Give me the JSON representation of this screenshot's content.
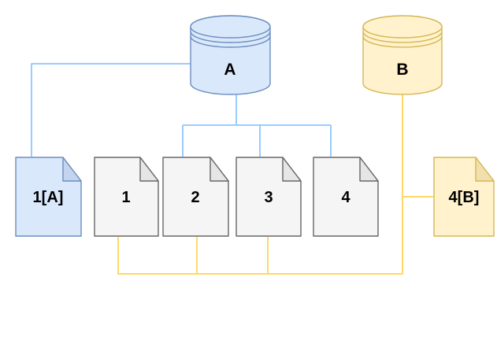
{
  "diagram": {
    "type": "database-snapshot-diagram",
    "background": "#ffffff",
    "nodes": {
      "database_a": {
        "label": "A",
        "shape": "database-cylinder",
        "color_fill": "#dae8fc",
        "color_stroke": "#6c8ebf"
      },
      "database_b": {
        "label": "B",
        "shape": "database-cylinder",
        "color_fill": "#fff2cc",
        "color_stroke": "#d6b656"
      },
      "doc_1a": {
        "label": "1[A]",
        "shape": "document",
        "color_fill": "#dae8fc",
        "color_stroke": "#6c8ebf"
      },
      "doc_1": {
        "label": "1",
        "shape": "document",
        "color_fill": "#f5f5f5",
        "color_stroke": "#666666"
      },
      "doc_2": {
        "label": "2",
        "shape": "document",
        "color_fill": "#f5f5f5",
        "color_stroke": "#666666"
      },
      "doc_3": {
        "label": "3",
        "shape": "document",
        "color_fill": "#f5f5f5",
        "color_stroke": "#666666"
      },
      "doc_4": {
        "label": "4",
        "shape": "document",
        "color_fill": "#f5f5f5",
        "color_stroke": "#666666"
      },
      "doc_4b": {
        "label": "4[B]",
        "shape": "document",
        "color_fill": "#fff2cc",
        "color_stroke": "#d6b656"
      }
    },
    "connections": [
      {
        "from": "A",
        "to": "1[A]",
        "color": "#99ccff"
      },
      {
        "from": "A",
        "to": "2",
        "color": "#99ccff"
      },
      {
        "from": "A",
        "to": "3",
        "color": "#99ccff"
      },
      {
        "from": "A",
        "to": "4",
        "color": "#99ccff"
      },
      {
        "from": "B",
        "to": "1",
        "color": "#ffd966"
      },
      {
        "from": "B",
        "to": "2",
        "color": "#ffd966"
      },
      {
        "from": "B",
        "to": "3",
        "color": "#ffd966"
      },
      {
        "from": "B",
        "to": "4[B]",
        "color": "#ffd966"
      }
    ],
    "colors": {
      "blue_fill": "#dae8fc",
      "blue_stroke": "#6c8ebf",
      "yellow_fill": "#fff2cc",
      "yellow_stroke": "#d6b656",
      "gray_fill": "#f5f5f5",
      "gray_stroke": "#666666",
      "blue_connector": "#99ccff",
      "yellow_connector": "#ffd966"
    }
  }
}
